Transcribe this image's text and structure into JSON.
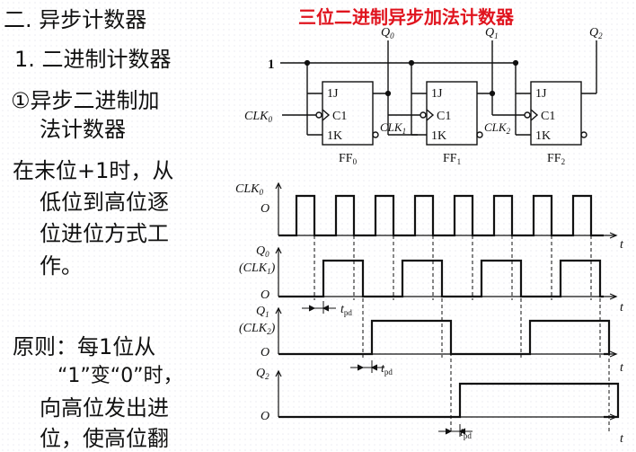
{
  "left_text": {
    "section": "二. 异步计数器",
    "subsection": "1. 二进制计数器",
    "item_line1": "①异步二进制加",
    "item_line2": "法计数器",
    "para_lines": [
      "在末位+1时，从",
      "低位到高位逐",
      "位进位方式工",
      "作。"
    ],
    "rule_lines": [
      "原则：每1位从",
      "“1”变“0”时，",
      "向高位发出进",
      "位，使高位翻"
    ]
  },
  "diagram": {
    "title": "三位二进制异步加法计数器",
    "input_one": "1",
    "clock_in": "CLK",
    "clock_in_sub": "0",
    "outputs": [
      {
        "name": "Q",
        "sub": "0"
      },
      {
        "name": "Q",
        "sub": "1"
      },
      {
        "name": "Q",
        "sub": "2"
      }
    ],
    "internal_clocks": [
      {
        "name": "CLK",
        "sub": "1"
      },
      {
        "name": "CLK",
        "sub": "2"
      }
    ],
    "flipflops": [
      {
        "label": "FF",
        "sub": "0",
        "j": "1J",
        "c": "C1",
        "k": "1K"
      },
      {
        "label": "FF",
        "sub": "1",
        "j": "1J",
        "c": "C1",
        "k": "1K"
      },
      {
        "label": "FF",
        "sub": "2",
        "j": "1J",
        "c": "C1",
        "k": "1K"
      }
    ]
  },
  "timing": {
    "axis_time": "t",
    "axis_zero": "O",
    "signals": [
      {
        "name": "CLK",
        "sub": "0",
        "alt": "",
        "alt_sub": ""
      },
      {
        "name": "Q",
        "sub": "0",
        "alt": "(CLK",
        "alt_sub": "1"
      },
      {
        "name": "Q",
        "sub": "1",
        "alt": "(CLK",
        "alt_sub": "2"
      },
      {
        "name": "Q",
        "sub": "2",
        "alt": "",
        "alt_sub": ""
      }
    ],
    "delay_label": "t",
    "delay_sub": "pd",
    "clock_pulses": 8
  }
}
